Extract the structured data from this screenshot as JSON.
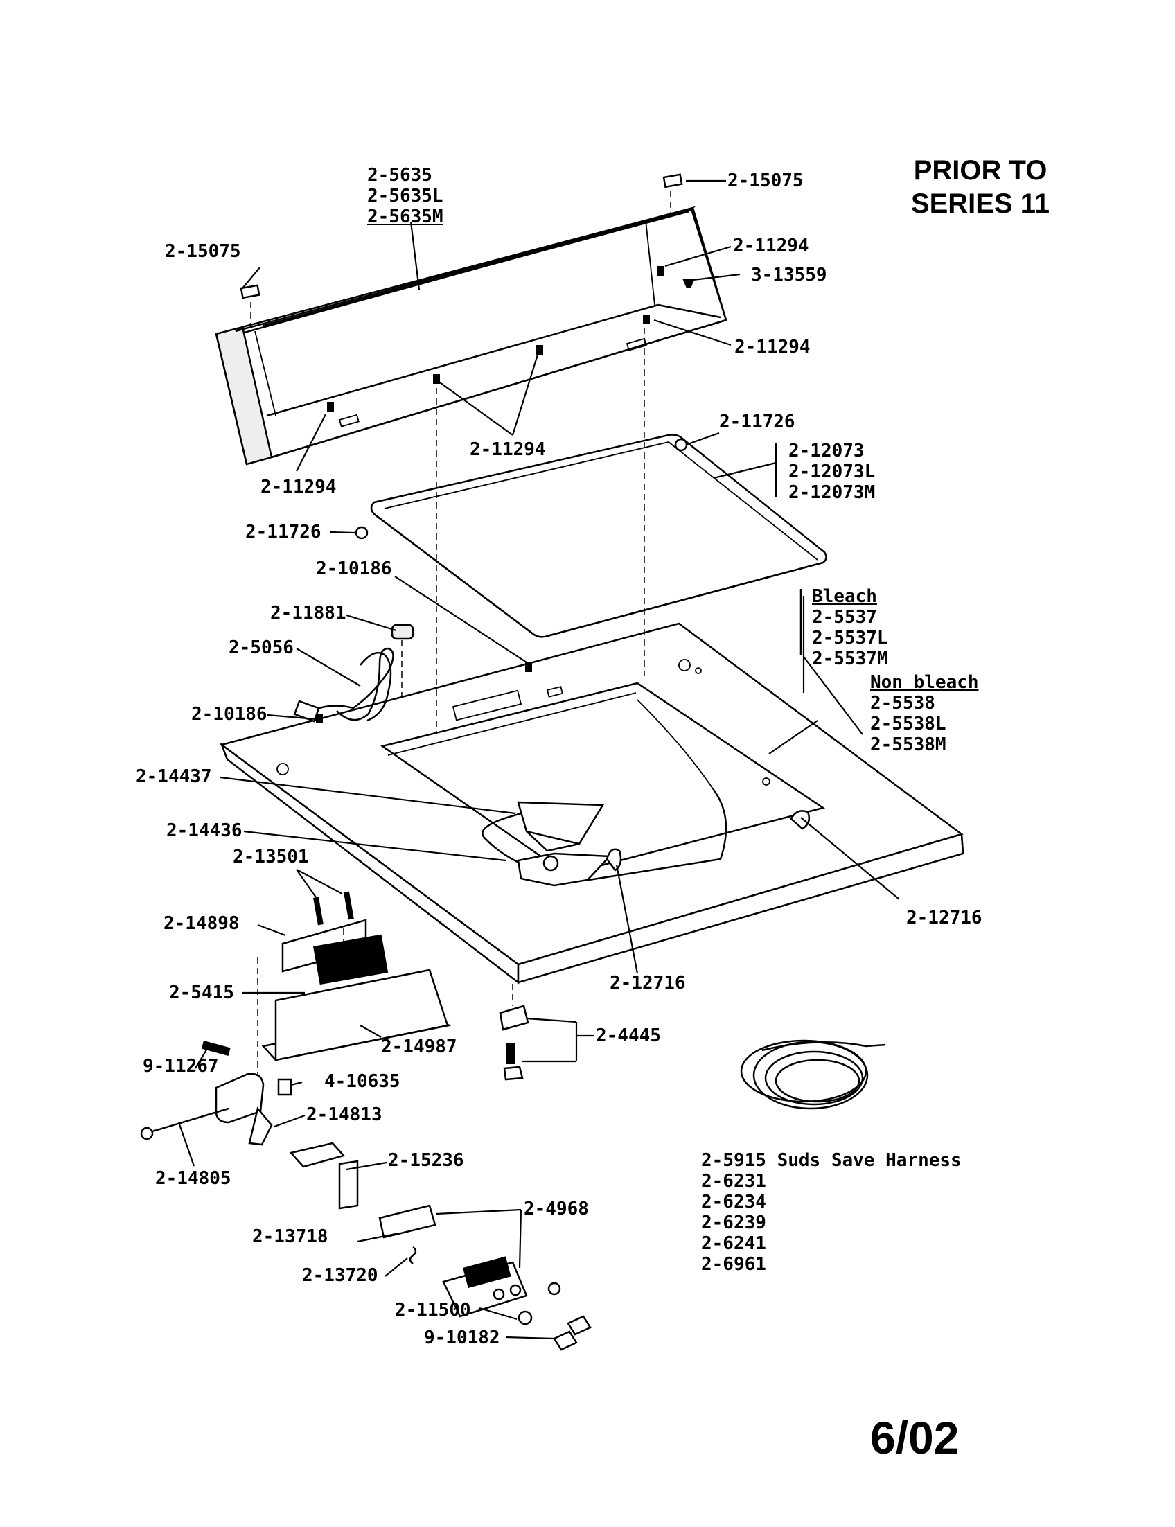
{
  "header": {
    "title_line1": "PRIOR TO",
    "title_line2": "SERIES 11"
  },
  "footer": {
    "date": "6/02"
  },
  "labels": {
    "console_a": "2-5635",
    "console_b": "2-5635L",
    "console_c": "2-5635M",
    "clip_top_right": "2-15075",
    "clip_top_left": "2-15075",
    "screw_right_upper": "2-11294",
    "plug_button": "3-13559",
    "screw_right_lower": "2-11294",
    "screw_middle": "2-11294",
    "screw_left": "2-11294",
    "bumper_right": "2-11726",
    "bumper_left": "2-11726",
    "lid_a": "2-12073",
    "lid_b": "2-12073L",
    "lid_c": "2-12073M",
    "screw_top_mid": "2-10186",
    "cord_clip": "2-11881",
    "power_cord": "2-5056",
    "screw_top_left": "2-10186",
    "bleach_heading": "Bleach",
    "bleach_a": "2-5537",
    "bleach_b": "2-5537L",
    "bleach_c": "2-5537M",
    "nonbleach_heading": "Non bleach",
    "nonbleach_a": "2-5538",
    "nonbleach_b": "2-5538L",
    "nonbleach_c": "2-5538M",
    "dispenser_cup": "2-14437",
    "dispenser_base": "2-14436",
    "bracket_screws": "2-13501",
    "bracket": "2-14898",
    "switch": "2-5415",
    "insulator": "2-14987",
    "bumper_front": "2-12716",
    "bumper_rear": "2-12716",
    "hinge_hardware": "2-4445",
    "screw_bolt": "9-11267",
    "nut_clip": "4-10635",
    "lever_arm": "2-14813",
    "rod": "2-14805",
    "actuator": "2-15236",
    "latch": "2-4968",
    "latch_bracket": "2-13718",
    "spring": "2-13720",
    "washer": "2-11500",
    "bolt": "9-10182"
  },
  "harness": {
    "line1": "2-5915 Suds Save Harness",
    "line2": "2-6231",
    "line3": "2-6234",
    "line4": "2-6239",
    "line5": "2-6241",
    "line6": "2-6961"
  }
}
